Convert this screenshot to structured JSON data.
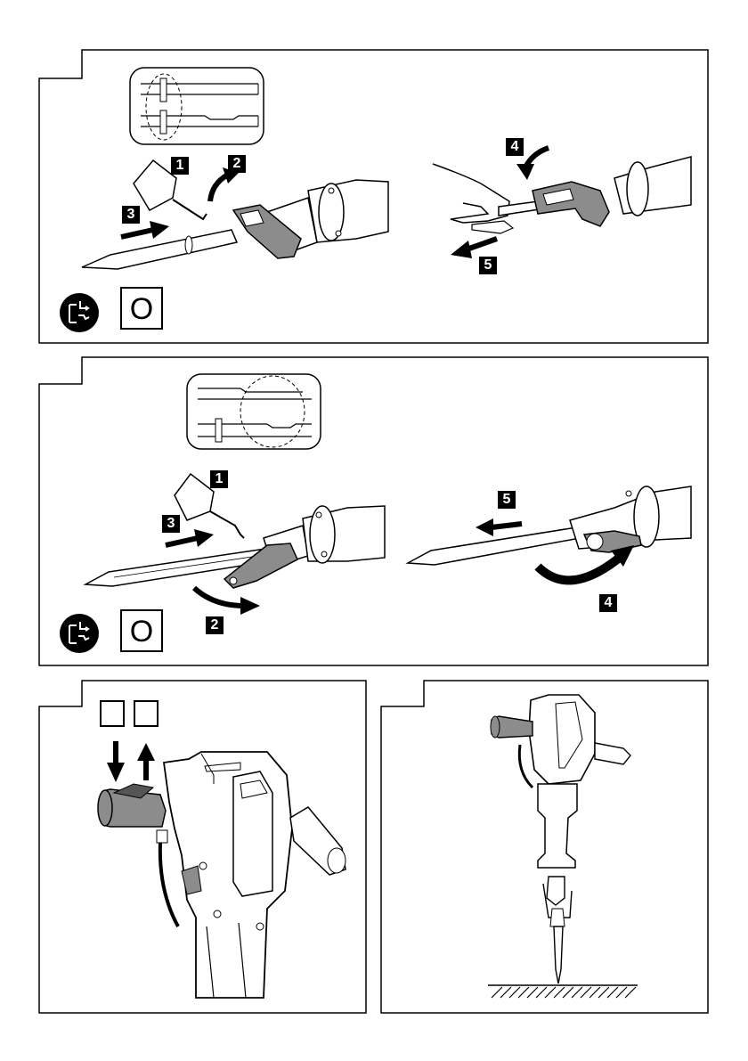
{
  "figures": {
    "fig1": {
      "steps": {
        "s1": "1",
        "s2": "2",
        "s3": "3",
        "s4": "4",
        "s5": "5"
      },
      "mode_symbol": "O",
      "icons": [
        "unplug-icon",
        "oil-bottle-icon",
        "detail-zoom-icon",
        "hand-icon"
      ]
    },
    "fig2": {
      "steps": {
        "s1": "1",
        "s2": "2",
        "s3": "3",
        "s4": "4",
        "s5": "5"
      },
      "mode_symbol": "O",
      "icons": [
        "unplug-icon",
        "oil-bottle-icon",
        "detail-zoom-icon"
      ]
    },
    "fig3": {
      "switch_labels": [
        "",
        ""
      ],
      "icons": [
        "arrow-down-icon",
        "arrow-up-icon",
        "handle-switch-icon"
      ]
    },
    "fig4": {
      "icons": [
        "breaker-upright-icon",
        "ground-hatch-icon"
      ]
    }
  },
  "colors": {
    "ink": "#000000",
    "gray_part": "#8c8c8c",
    "paper": "#ffffff"
  }
}
